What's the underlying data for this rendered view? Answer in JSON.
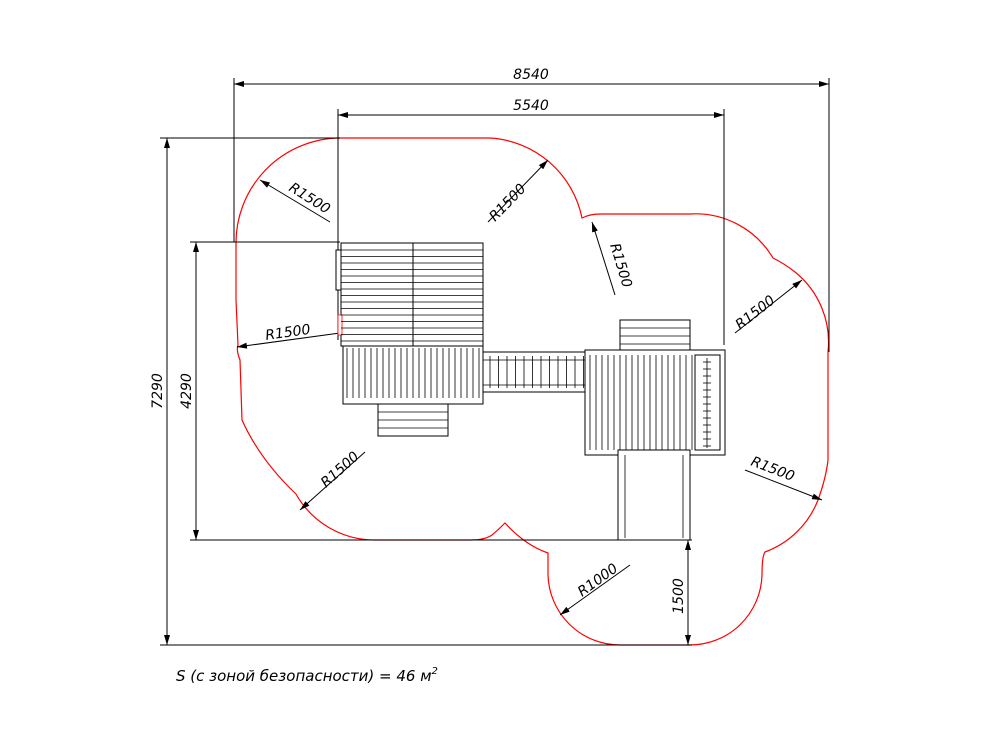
{
  "colors": {
    "safety_zone": "#ff0000",
    "lines": "#000000"
  },
  "dimensions": {
    "overall_width": "8540",
    "structure_width": "5540",
    "overall_height": "7290",
    "structure_height": "4290",
    "slide_zone": "1500"
  },
  "radii": {
    "r1": "R1500",
    "r2": "R1500",
    "r3": "R1500",
    "r4": "R1500",
    "r5": "R1500",
    "r6": "R1500",
    "r7": "R1500",
    "r8": "R1000"
  },
  "caption": {
    "text": "S (с зоной безопасности) = 46 м",
    "sup": "2"
  }
}
